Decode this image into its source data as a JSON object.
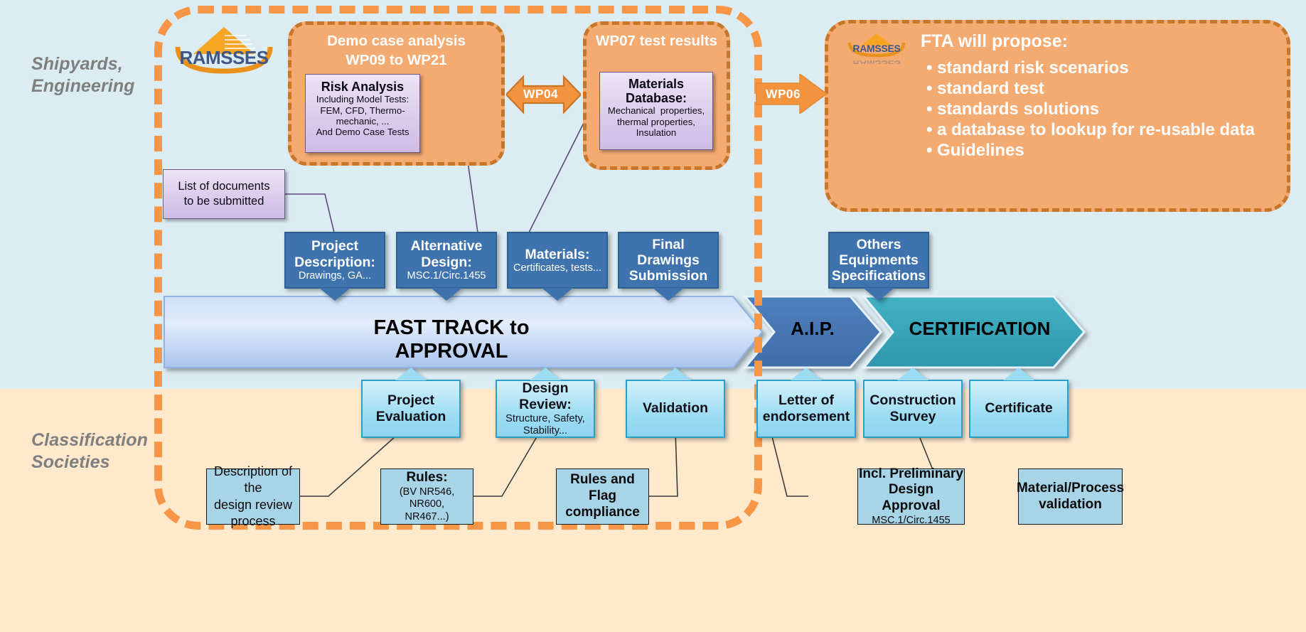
{
  "lanes": {
    "top": "Shipyards,\nEngineering",
    "bottom": "Classification\nSocieties"
  },
  "colors": {
    "lane_top_bg": "#dbecf2",
    "lane_bottom_bg": "#ffe9cd",
    "enclosure_dash": "#f79646",
    "wp_panel_fill": "#f4ab72",
    "wp_panel_border": "#c8762a",
    "dark_box": "#3e73ad",
    "light_box": "#9cdcf2",
    "plain_box": "#a8d4e8",
    "purple_box": "#ded0ee",
    "fast_track": "#c3d6f5",
    "aip": "#4a7ebb",
    "certification": "#3aa8bd"
  },
  "logo": {
    "text": "RAMSSES"
  },
  "panels": {
    "demo": {
      "title": "Demo case analysis\nWP09 to WP21",
      "inner_title": "Risk Analysis",
      "inner_sub": "Including Model Tests:\nFEM, CFD, Thermo-\nmechanic, ...\nAnd Demo Case Tests"
    },
    "wp07": {
      "title": "WP07 test results",
      "inner_title": "Materials\nDatabase:",
      "inner_sub": "Mechanical  properties,\nthermal properties,\nInsulation"
    },
    "fta": {
      "heading": "FTA will propose:",
      "bullets": [
        "standard risk scenarios",
        "standard test",
        "standards solutions",
        "a database to lookup for re-usable data",
        "Guidelines"
      ]
    }
  },
  "arrows": {
    "wp04": "WP04",
    "wp06": "WP06"
  },
  "list_of_documents": "List of documents\nto be submitted",
  "submission_boxes": [
    {
      "title": "Project\nDescription:",
      "sub": "Drawings, GA..."
    },
    {
      "title": "Alternative\nDesign:",
      "sub": "MSC.1/Circ.1455"
    },
    {
      "title": "Materials:",
      "sub": "Certificates, tests..."
    },
    {
      "title": "Final\nDrawings\nSubmission",
      "sub": ""
    },
    {
      "title": "Others\nEquipments\nSpecifications",
      "sub": ""
    }
  ],
  "process_band": [
    {
      "label": "FAST TRACK to APPROVAL"
    },
    {
      "label": "A.I.P."
    },
    {
      "label": "CERTIFICATION"
    }
  ],
  "review_boxes": [
    {
      "title": "Project\nEvaluation",
      "sub": ""
    },
    {
      "title": "Design\nReview:",
      "sub": "Structure, Safety,\nStability..."
    },
    {
      "title": "Validation",
      "sub": ""
    },
    {
      "title": "Letter of\nendorsement",
      "sub": ""
    },
    {
      "title": "Construction\nSurvey",
      "sub": ""
    },
    {
      "title": "Certificate",
      "sub": ""
    }
  ],
  "reference_boxes": [
    {
      "plain": "Description of the\ndesign review\nprocess",
      "title": "",
      "sub": ""
    },
    {
      "plain": "",
      "title": "Rules:",
      "sub": "(BV NR546, NR600,\nNR467...)"
    },
    {
      "plain": "",
      "title": "Rules and Flag\ncompliance",
      "sub": ""
    },
    {
      "plain": "",
      "title": "Incl. Preliminary\nDesign Approval",
      "sub": "MSC.1/Circ.1455"
    },
    {
      "plain": "",
      "title": "Material/Process\nvalidation",
      "sub": ""
    }
  ]
}
